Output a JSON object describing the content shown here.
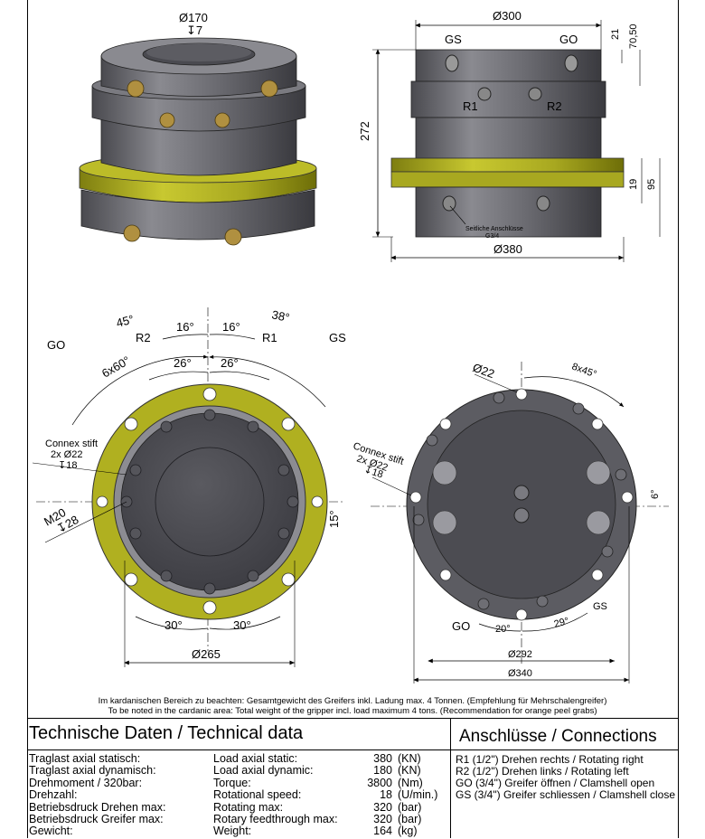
{
  "views": {
    "top_view": {
      "dia_top": "Ø170",
      "depth_top": "↧7"
    },
    "side_view": {
      "dia_300": "Ø300",
      "gs": "GS",
      "go": "GO",
      "dim_21": "21",
      "dim_70_50": "70,50",
      "r1": "R1",
      "r2": "R2",
      "dim_272": "272",
      "dim_19": "19",
      "dim_95": "95",
      "side_ports_line1": "Seitliche Anschlüsse",
      "side_ports_line2": "G3/4",
      "dia_380": "Ø380"
    },
    "bottom_left": {
      "angle_45": "45°",
      "angle_38": "38°",
      "angle_16a": "16°",
      "angle_16b": "16°",
      "r2": "R2",
      "r1": "R1",
      "go": "GO",
      "gs": "GS",
      "angle_26a": "26°",
      "angle_26b": "26°",
      "holes_6x60": "6x60°",
      "connex_1": "Connex stift",
      "connex_2": "2x Ø22",
      "connex_3": "↧18",
      "m20_1": "M20",
      "m20_2": "↧28",
      "angle_15": "15°",
      "angle_30a": "30°",
      "angle_30b": "30°",
      "dia_265": "Ø265"
    },
    "bottom_right": {
      "dia_22": "Ø22",
      "holes_8x45": "8x45°",
      "connex_1": "Connex stift",
      "connex_2": "2x Ø22",
      "connex_3": "↧18",
      "angle_6": "6°",
      "gs": "GS",
      "go": "GO",
      "angle_20": "20°",
      "angle_29": "29°",
      "dia_292": "Ø292",
      "dia_340": "Ø340"
    }
  },
  "note": {
    "line1": "Im kardanischen Bereich zu beachten: Gesamtgewicht des Greifers inkl. Ladung max. 4 Tonnen. (Empfehlung für Mehrschalengreifer)",
    "line2": "To be noted in the cardanic area: Total weight of the gripper incl. load maximum 4 tons. (Recommendation for orange peel grabs)"
  },
  "tech": {
    "title": "Technische Daten / Technical data",
    "rows": [
      {
        "de": "Traglast axial statisch:",
        "en": "Load axial static:",
        "value": "380",
        "unit": "(KN)"
      },
      {
        "de": "Traglast axial dynamisch:",
        "en": "Load axial dynamic:",
        "value": "180",
        "unit": "(KN)"
      },
      {
        "de": "Drehmoment / 320bar:",
        "en": "Torque:",
        "value": "3800",
        "unit": "(Nm)"
      },
      {
        "de": "Drehzahl:",
        "en": "Rotational speed:",
        "value": "18",
        "unit": "(U/min.)"
      },
      {
        "de": "Betriebsdruck Drehen max:",
        "en": "Rotating max:",
        "value": "320",
        "unit": "(bar)"
      },
      {
        "de": "Betriebsdruck Greifer max:",
        "en": "Rotary feedthrough max:",
        "value": "320",
        "unit": "(bar)"
      },
      {
        "de": "Gewicht:",
        "en": "Weight:",
        "value": "164",
        "unit": "(kg)"
      }
    ]
  },
  "connections": {
    "title": "Anschlüsse / Connections",
    "rows": [
      "R1  (1/2\") Drehen rechts / Rotating right",
      "R2  (1/2\") Drehen links / Rotating left",
      "GO  (3/4\") Greifer öffnen / Clamshell open",
      "GS  (3/4\") Greifer schliessen / Clamshell close"
    ]
  },
  "colors": {
    "yellow": "#b8b820",
    "yellow_dark": "#8f8f10",
    "grey": "#6e6e72",
    "grey_dark": "#3f3f44"
  }
}
